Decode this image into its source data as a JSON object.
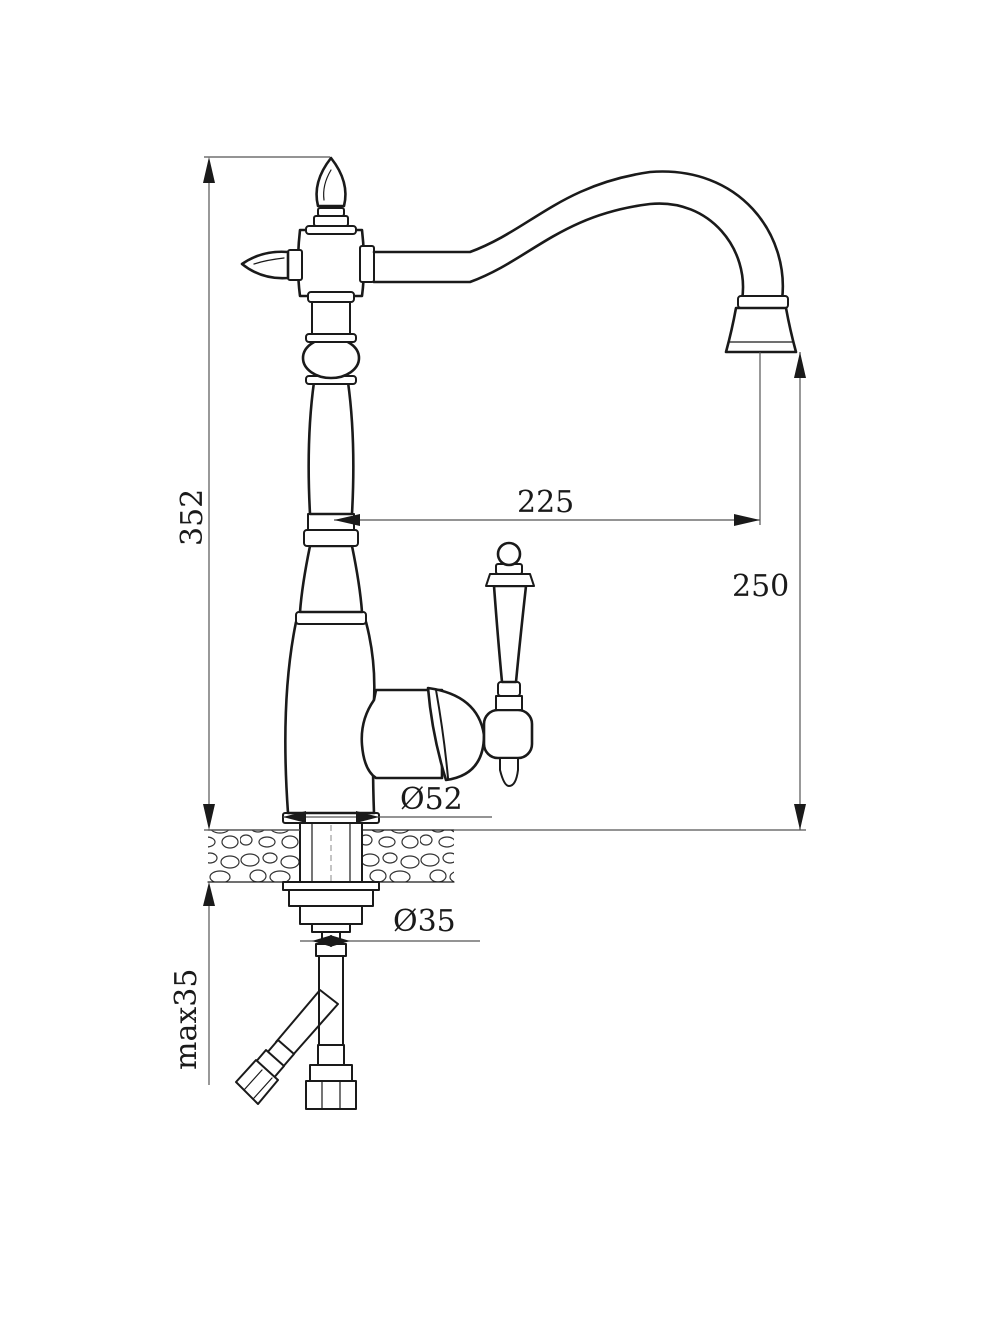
{
  "drawing": {
    "background": "#ffffff",
    "line_color": "#1a1a1a",
    "dimensions": {
      "overall_height": "352",
      "spout_reach": "225",
      "spout_height": "250",
      "base_diameter": "Ø52",
      "shank_diameter": "Ø35",
      "max_counter_thickness": "max35"
    }
  }
}
